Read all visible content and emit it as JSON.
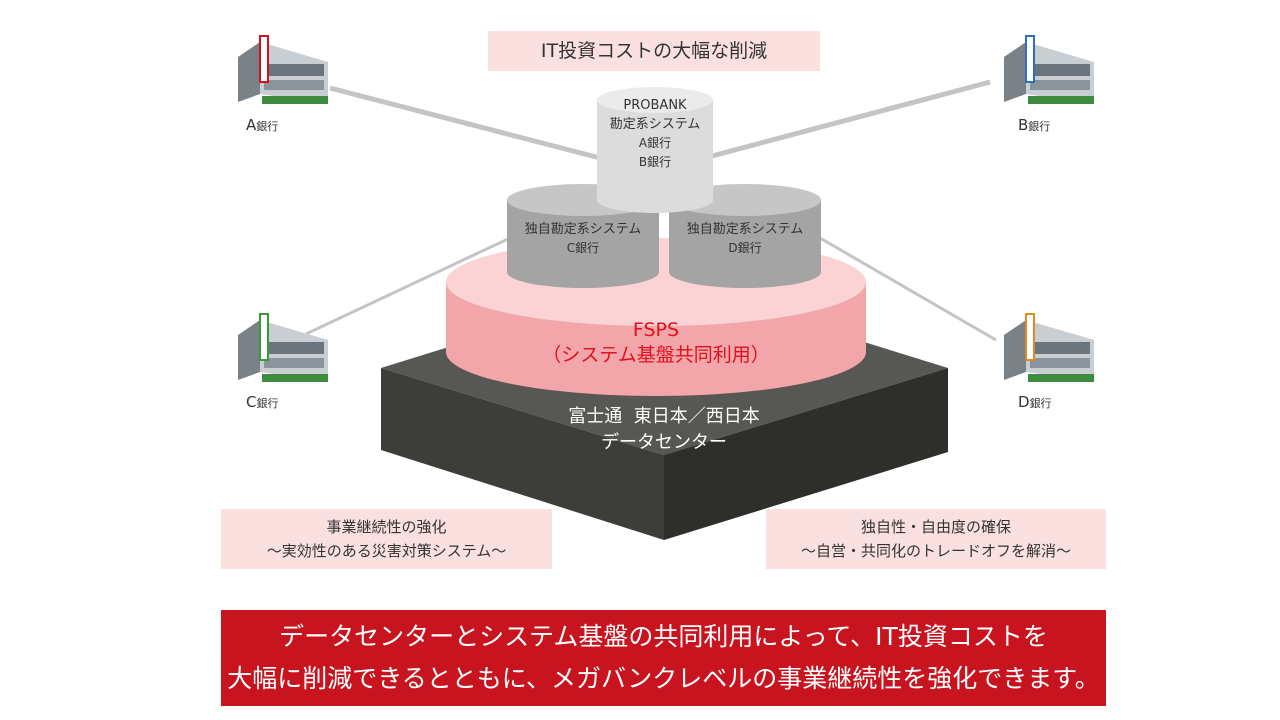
{
  "top_box": "IT投資コストの大幅な削減",
  "probank": {
    "line1": "PROBANK",
    "line2": "勘定系システム",
    "line3": "A銀行",
    "line4": "B銀行"
  },
  "cyl_c": {
    "line1": "独自勘定系システム",
    "line2": "C銀行"
  },
  "cyl_d": {
    "line1": "独自勘定系システム",
    "line2": "D銀行"
  },
  "fsps": {
    "line1": "FSPS",
    "line2": "（システム基盤共同利用）"
  },
  "datacenter": {
    "line1": "富士通  東日本／西日本",
    "line2": "データセンター"
  },
  "banks": {
    "a": {
      "letter": "A",
      "suffix": "銀行"
    },
    "b": {
      "letter": "B",
      "suffix": "銀行"
    },
    "c": {
      "letter": "C",
      "suffix": "銀行"
    },
    "d": {
      "letter": "D",
      "suffix": "銀行"
    }
  },
  "left_box": {
    "line1": "事業継続性の強化",
    "line2": "～実効性のある災害対策システム～"
  },
  "right_box": {
    "line1": "独自性・自由度の確保",
    "line2": "～自営・共同化のトレードオフを解消～"
  },
  "banner": {
    "line1": "データセンターとシステム基盤の共同利用によって、IT投資コストを",
    "line2": "大幅に削減できるとともに、メガバンクレベルの事業継続性を強化できます。"
  },
  "colors": {
    "accent_red": "#c8141e",
    "pink": "#fbe0e0",
    "fsps_text": "#e01020",
    "cylinder_gray": "#a8a8a8"
  }
}
